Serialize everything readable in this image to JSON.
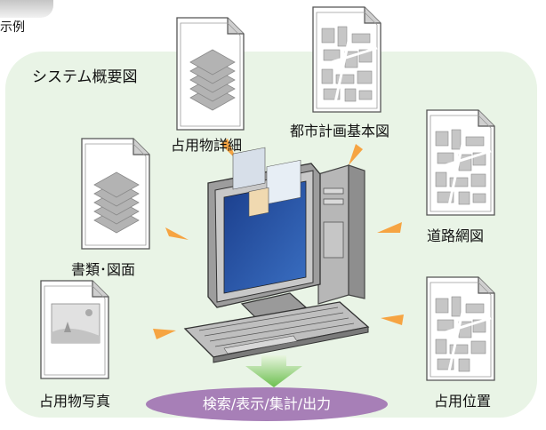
{
  "header": {
    "partial_label": "示例"
  },
  "diagram": {
    "title": "システム概要図",
    "items": {
      "occupancy_detail": "占用物詳細",
      "city_plan_base_map": "都市計画基本図",
      "documents_drawings": "書類･図面",
      "road_network_map": "道路網図",
      "occupancy_photo": "占用物写真",
      "occupancy_position": "占用位置"
    },
    "functions_banner": "検索/表示/集計/出力"
  }
}
